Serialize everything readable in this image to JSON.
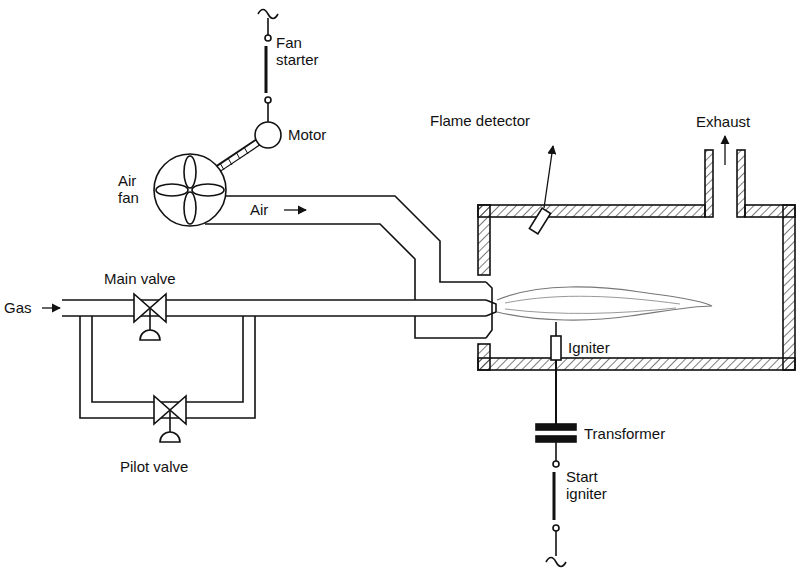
{
  "diagram": {
    "labels": [
      "Fan starter",
      "Motor",
      "Flame detector",
      "Exhaust",
      "Air fan",
      "Air",
      "Main valve",
      "Gas",
      "Pilot valve",
      "Igniter",
      "Transformer",
      "Start igniter"
    ]
  }
}
